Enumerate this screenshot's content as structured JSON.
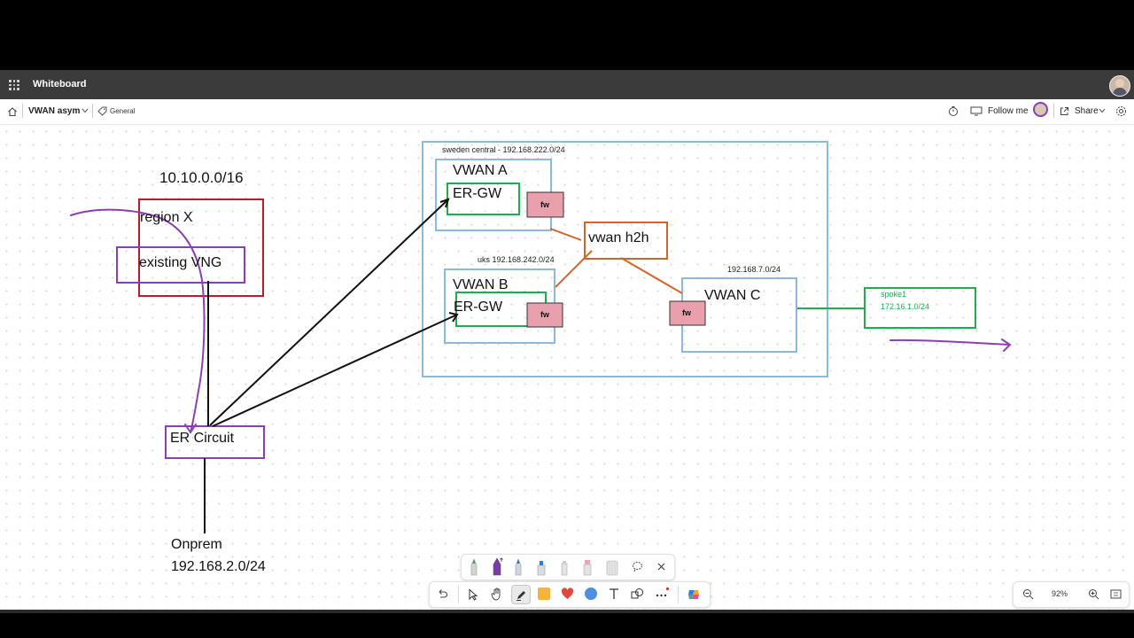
{
  "app": {
    "title": "Whiteboard"
  },
  "toolbar": {
    "board_name": "VWAN asym",
    "tag": "General",
    "follow_me": "Follow me",
    "share": "Share"
  },
  "whiteboard": {
    "region_x_cidr": "10.10.0.0/16",
    "region_x_label": "region X",
    "existing_vng": "existing VNG",
    "er_circuit": "ER Circuit",
    "onprem_label": "Onprem",
    "onprem_cidr": "192.168.2.0/24",
    "sweden_central": "sweden central - 192.168.222.0/24",
    "vwan_a": "VWAN A",
    "er_gw_a": "ER-GW",
    "fw_a": "fw",
    "vwan_h2h": "vwan h2h",
    "uks_label": "uks 192.168.242.0/24",
    "vwan_b": "VWAN B",
    "er_gw_b": "ER-GW",
    "fw_b": "fw",
    "vwan_c_cidr": "192.168.7.0/24",
    "vwan_c": "VWAN C",
    "fw_c": "fw",
    "spoke_name": "spoke1",
    "spoke_cidr": "172.16.1.0/24"
  },
  "zoom": {
    "level": "92%"
  },
  "colors": {
    "red_box": "#c0182e",
    "purple": "#8a3fb4",
    "green": "#1fae4f",
    "blue_box": "#8dbad6",
    "orange": "#d1652a",
    "fw_fill": "#e8a0ad"
  }
}
